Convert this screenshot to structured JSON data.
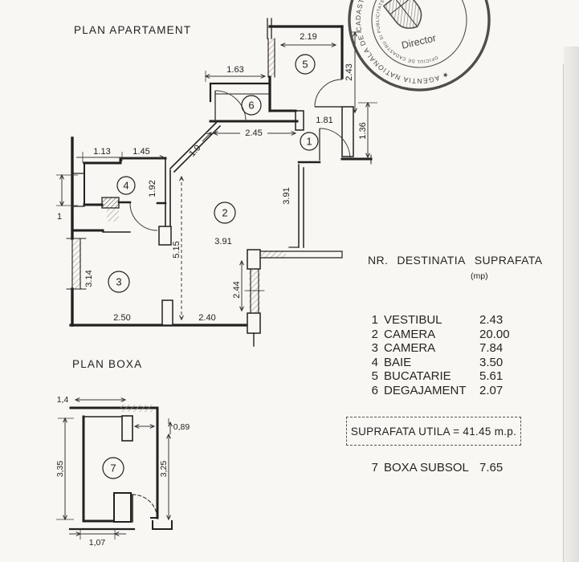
{
  "colors": {
    "paper": "#f8f7f3",
    "ink": "#1d1c1a",
    "stamp": "#2b2a28"
  },
  "titles": {
    "apartment": "PLAN APARTAMENT",
    "boxa": "PLAN BOXA"
  },
  "stamp": {
    "outer_ring": "★ AGENTIA NATIONALA DE CADASTRU SI PUBLICITATE IMOBILIARA ★",
    "inner_ring": "OFICIUL DE CADASTRU SI PUBLICITATE • MUNICIPIUL BUCURESTI •",
    "center": "Director"
  },
  "rooms": {
    "r1": "1",
    "r2": "2",
    "r3": "3",
    "r4": "4",
    "r5": "5",
    "r6": "6",
    "r7": "7"
  },
  "dims": {
    "k5_top": "2.19",
    "k5_right": "2.43",
    "balcony": "1.63",
    "hall": "2.45",
    "diag": "1.9",
    "vestibul": "1.81",
    "vestibul_right": "1.36",
    "baie_left": "1.13",
    "baie_right": "1.45",
    "baie_height": "1.92",
    "niche": "1",
    "cam2_width": "3.91",
    "cam2_right": "3.91",
    "cam2_height": "5.15",
    "cam2_win": "2.44",
    "cam3_left": "3.14",
    "cam3_bottom": "2.50",
    "cam3_bottom2": "2.40",
    "boxa_top": "1,4",
    "boxa_notch": "0,89",
    "boxa_left": "3,35",
    "boxa_right": "3,25",
    "boxa_bottom": "1,07"
  },
  "legend": {
    "header": {
      "nr": "NR.",
      "dest": "DESTINATIA",
      "sup": "SUPRAFATA",
      "unit": "(mp)"
    },
    "rows": [
      {
        "nr": "1",
        "name": "VESTIBUL",
        "area": "2.43"
      },
      {
        "nr": "2",
        "name": "CAMERA",
        "area": "20.00"
      },
      {
        "nr": "3",
        "name": "CAMERA",
        "area": "7.84"
      },
      {
        "nr": "4",
        "name": "BAIE",
        "area": "3.50"
      },
      {
        "nr": "5",
        "name": "BUCATARIE",
        "area": "5.61"
      },
      {
        "nr": "6",
        "name": "DEGAJAMENT",
        "area": "2.07"
      }
    ],
    "total": "SUPRAFATA UTILA = 41.45 m.p.",
    "boxa_row": {
      "nr": "7",
      "name": "BOXA SUBSOL",
      "area": "7.65"
    }
  }
}
